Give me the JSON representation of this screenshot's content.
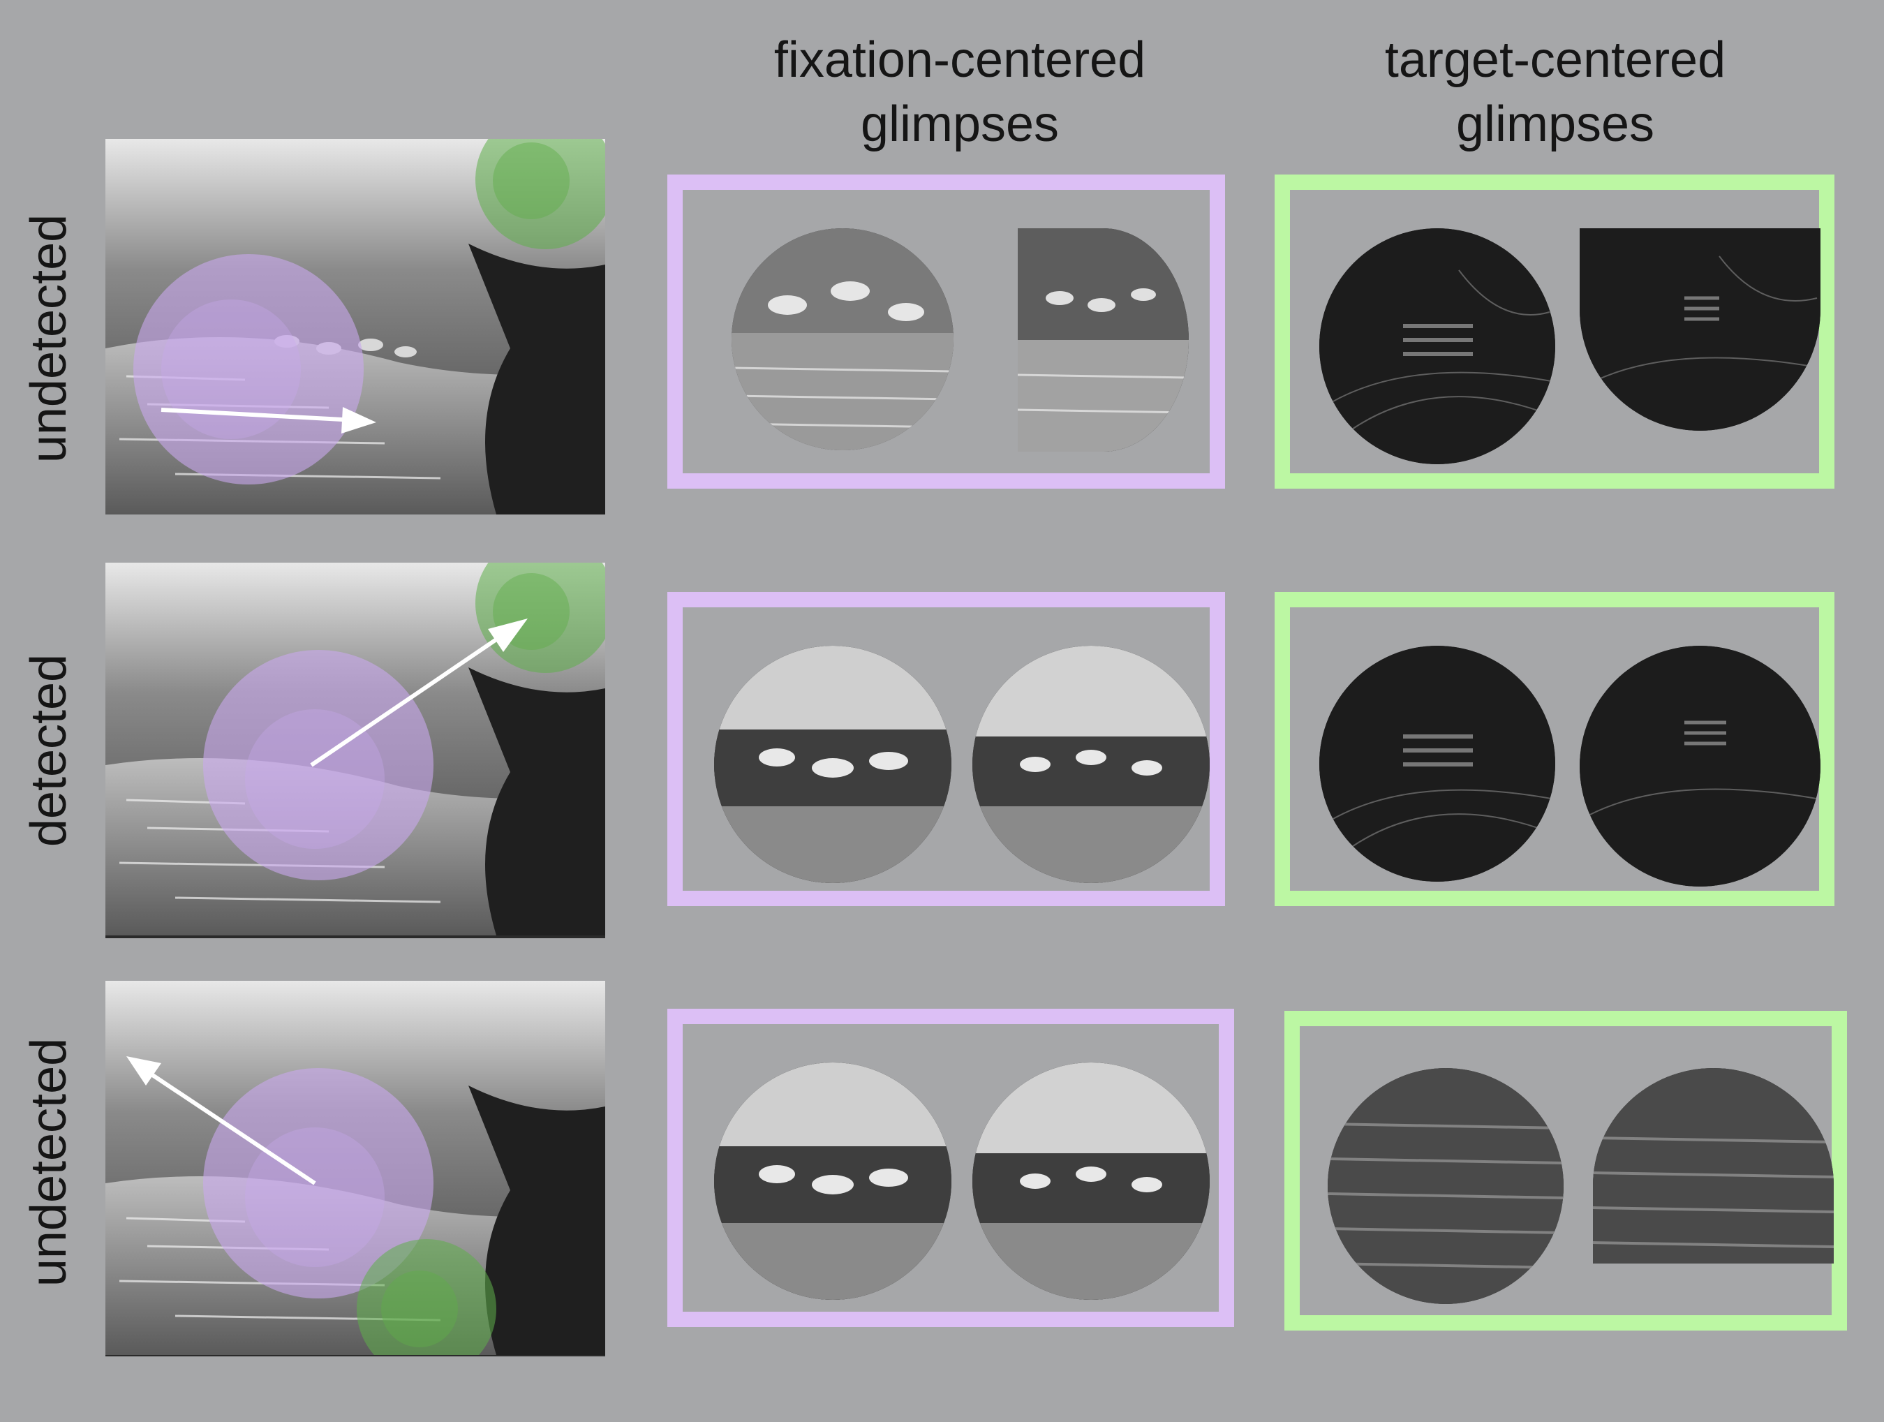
{
  "headers": {
    "fixation_line1": "fixation-centered",
    "fixation_line2": "glimpses",
    "target_line1": "target-centered",
    "target_line2": "glimpses"
  },
  "rows": [
    {
      "label": "undetected"
    },
    {
      "label": "detected"
    },
    {
      "label": "undetected"
    }
  ],
  "colors": {
    "background": "#a6a7a9",
    "fixation": "#dcbff5",
    "target": "#bcf7a3",
    "fixation_overlay": "#c9a8ef",
    "target_overlay": "#5fae4a",
    "arrow": "#ffffff"
  }
}
